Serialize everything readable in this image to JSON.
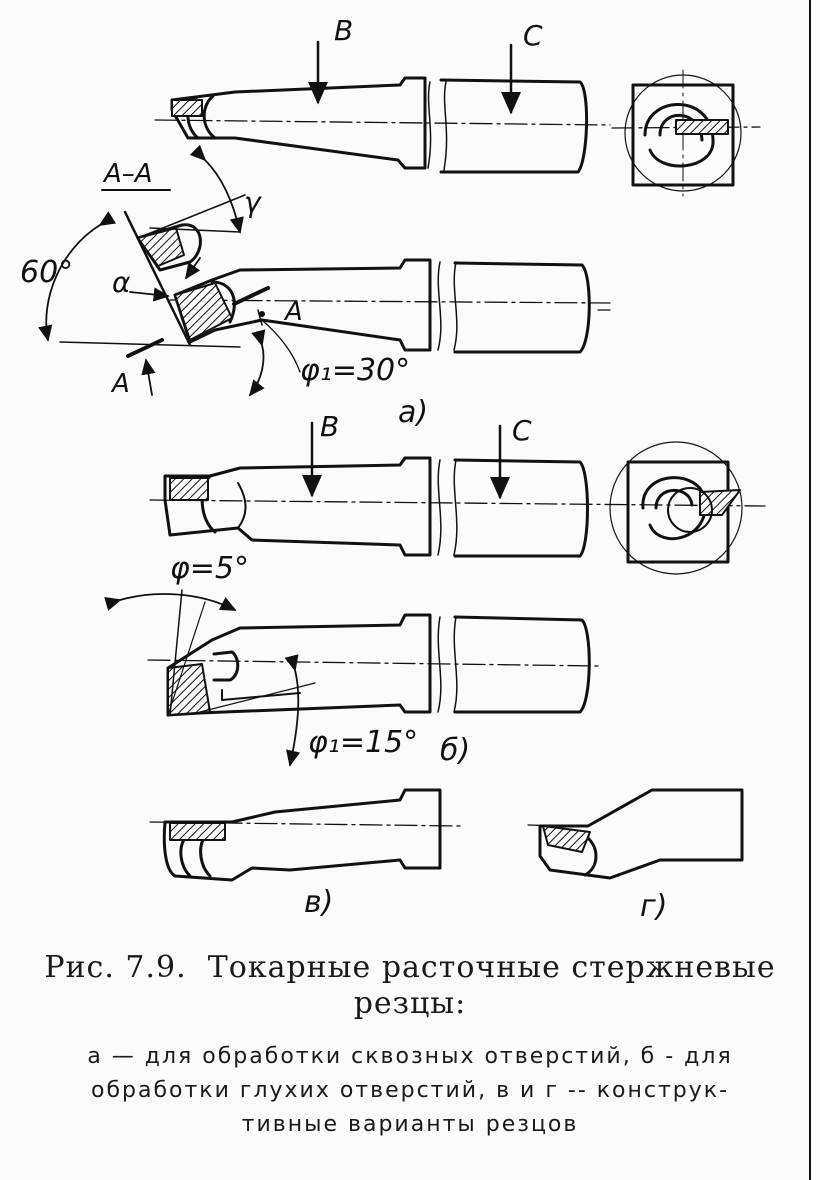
{
  "figure": {
    "caption_number": "Рис.  7.9.",
    "caption_title_line1": "Токарные  расточные  стержневые",
    "caption_title_line2": "резцы:",
    "caption_body_line1": "а — для обработки сквозных отверстий, б - для",
    "caption_body_line2": "обработки глухих отверстий, в и г -- конструк-",
    "caption_body_line3": "тивные варианты резцов"
  },
  "labels": {
    "force_b_top": "B",
    "force_c_top": "C",
    "section": "A–A",
    "gamma": "γ",
    "angle_60": "60°",
    "alpha": "α",
    "section_mark_right": "A",
    "section_mark_left": "A",
    "phi1_a": "φ₁=30°",
    "sub_a": "а)",
    "force_b_mid": "B",
    "force_c_mid": "C",
    "phi_b": "φ=5°",
    "phi1_b": "φ₁=15°",
    "sub_b": "б)",
    "sub_v": "в)",
    "sub_g": "г)"
  },
  "colors": {
    "ink": "#111111",
    "paper": "#fbfbfb"
  }
}
